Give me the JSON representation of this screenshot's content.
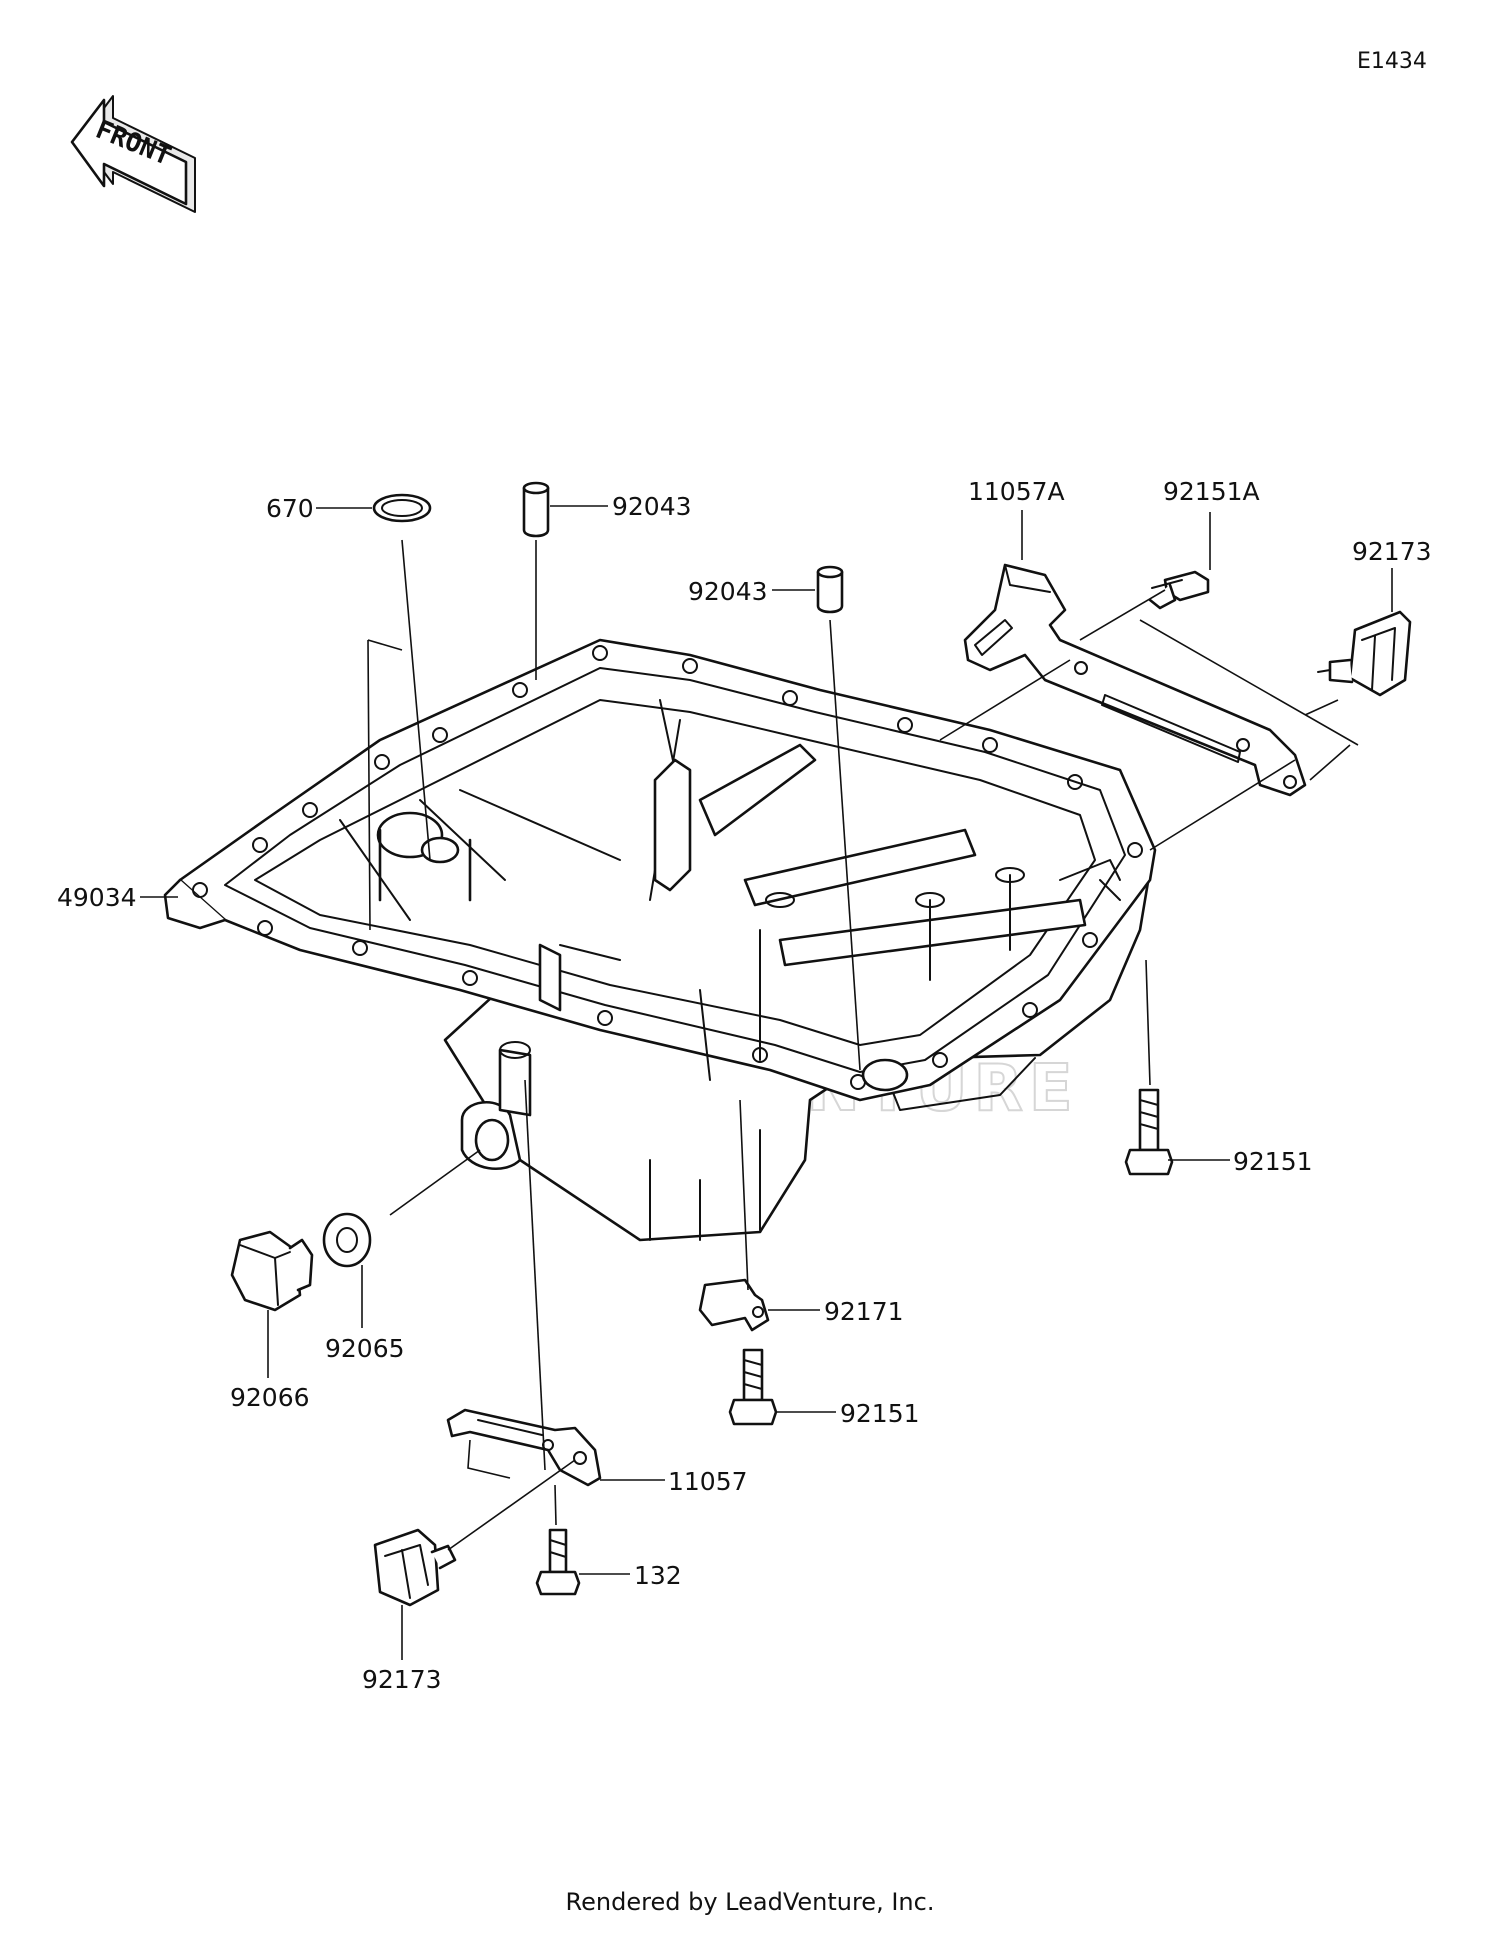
{
  "diagram_code": "E1434",
  "front_label": "FRONT",
  "watermark_text": "LEADVENTURE",
  "footer": "Rendered by LeadVenture, Inc.",
  "callouts": [
    {
      "id": "670",
      "label": "670"
    },
    {
      "id": "92043-top",
      "label": "92043"
    },
    {
      "id": "92043-mid",
      "label": "92043"
    },
    {
      "id": "11057A",
      "label": "11057A"
    },
    {
      "id": "92151A",
      "label": "92151A"
    },
    {
      "id": "92173-right",
      "label": "92173"
    },
    {
      "id": "49034",
      "label": "49034"
    },
    {
      "id": "92151-right",
      "label": "92151"
    },
    {
      "id": "92171",
      "label": "92171"
    },
    {
      "id": "92151-mid",
      "label": "92151"
    },
    {
      "id": "92065",
      "label": "92065"
    },
    {
      "id": "92066",
      "label": "92066"
    },
    {
      "id": "11057",
      "label": "11057"
    },
    {
      "id": "132",
      "label": "132"
    },
    {
      "id": "92173-left",
      "label": "92173"
    }
  ]
}
